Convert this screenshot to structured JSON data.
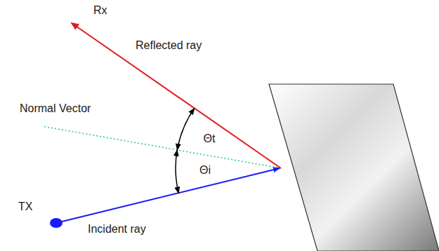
{
  "diagram": {
    "labels": [
      "Rx",
      "Reflected ray",
      "Normal Vector",
      "Θt",
      "Θi",
      "TX",
      "Incident ray"
    ]
  }
}
